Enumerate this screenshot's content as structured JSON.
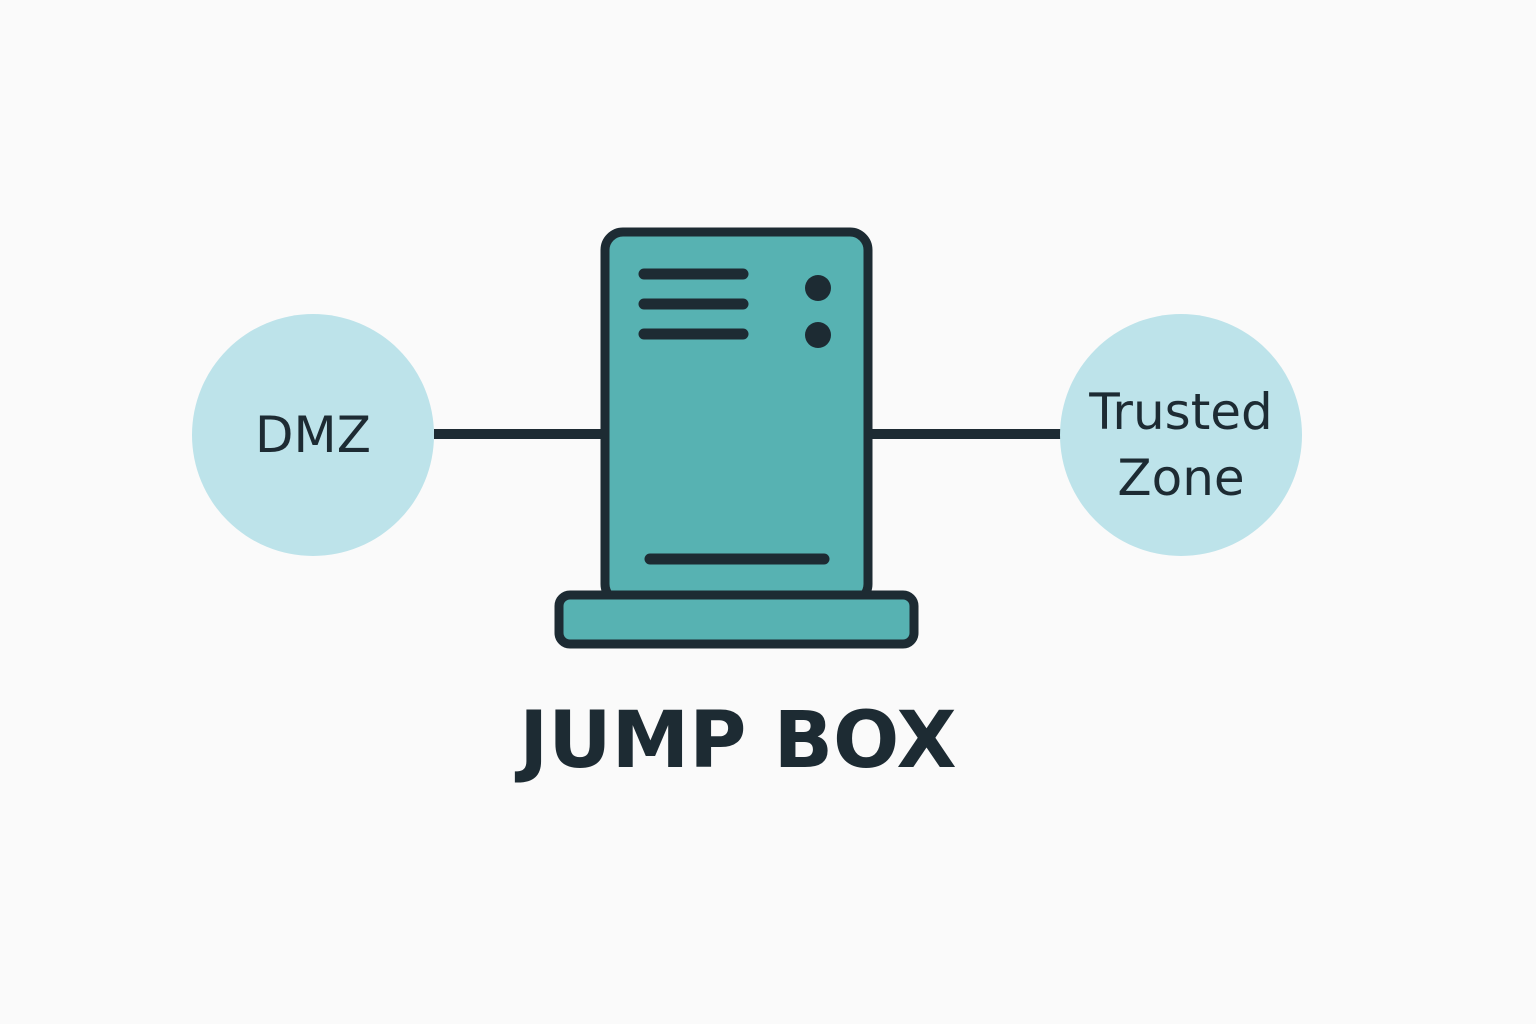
{
  "colors": {
    "background": "#fafafa",
    "zone_fill": "#bde3ea",
    "server_fill": "#57b2b2",
    "outline": "#1d2b33",
    "text": "#1d2b33"
  },
  "nodes": {
    "left_zone": {
      "label": "DMZ"
    },
    "right_zone": {
      "label_line1": "Trusted",
      "label_line2": "Zone"
    },
    "server": {
      "icon": "server-tower-icon"
    }
  },
  "edges": [
    {
      "from": "DMZ",
      "to": "JUMP BOX"
    },
    {
      "from": "JUMP BOX",
      "to": "Trusted Zone"
    }
  ],
  "title": "JUMP BOX"
}
